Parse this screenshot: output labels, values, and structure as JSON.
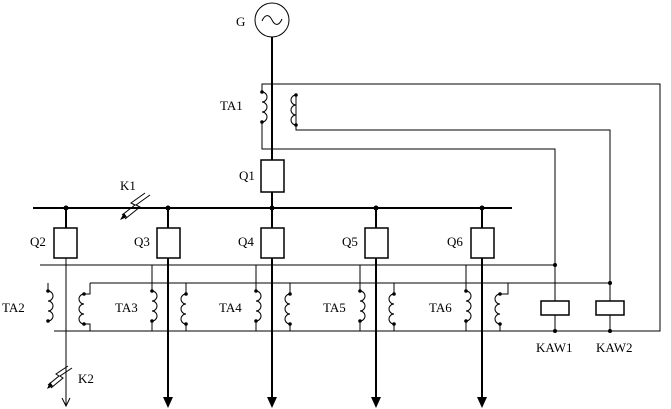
{
  "generator": {
    "label": "G",
    "symbol": "~"
  },
  "main_ct": {
    "label": "TA1"
  },
  "main_breaker": {
    "label": "Q1"
  },
  "fault_points": [
    {
      "label": "K1"
    },
    {
      "label": "K2"
    }
  ],
  "feeders": [
    {
      "breaker": "Q2",
      "ct": "TA2"
    },
    {
      "breaker": "Q3",
      "ct": "TA3"
    },
    {
      "breaker": "Q4",
      "ct": "TA4"
    },
    {
      "breaker": "Q5",
      "ct": "TA5"
    },
    {
      "breaker": "Q6",
      "ct": "TA6"
    }
  ],
  "relays": [
    {
      "label": "KAW1"
    },
    {
      "label": "KAW2"
    }
  ]
}
